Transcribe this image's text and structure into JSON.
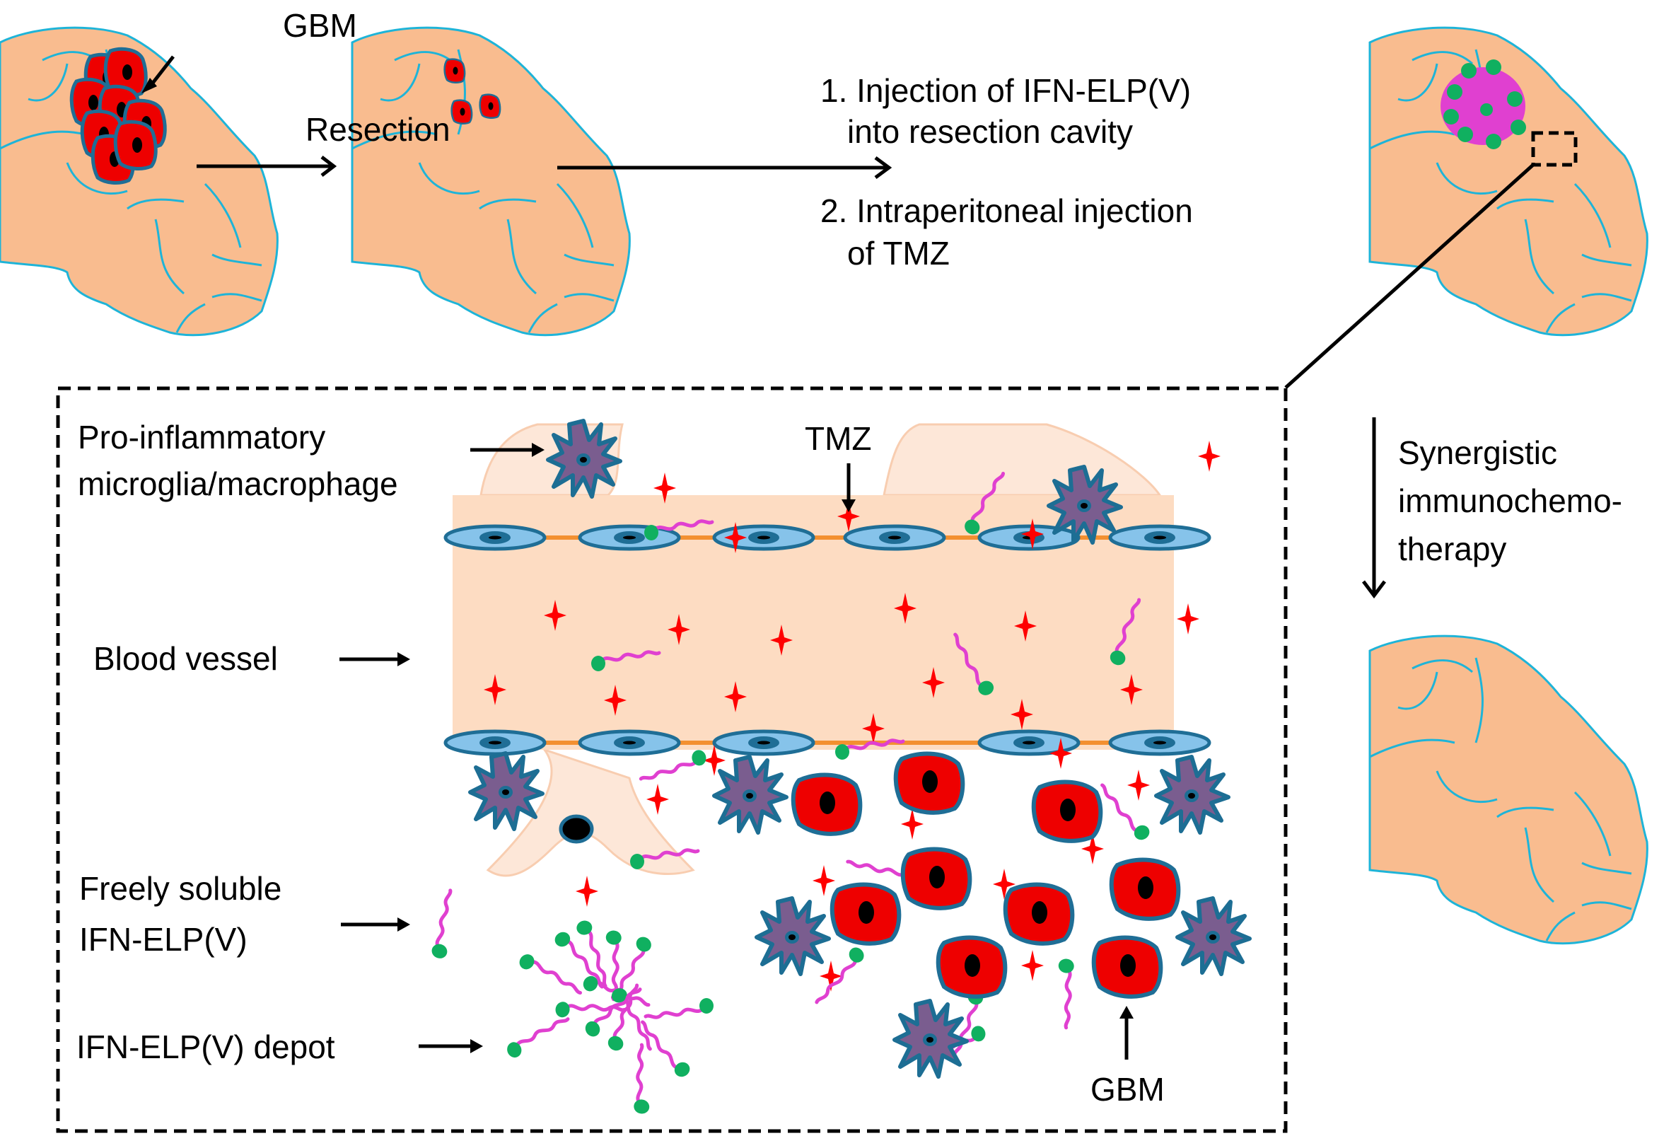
{
  "colors": {
    "brain_fill": "#f9bc8f",
    "brain_outline": "#1eb4d8",
    "tumor_fill": "#ee0000",
    "tumor_outline": "#1f6e96",
    "microglia_fill": "#7a5d8f",
    "microglia_outline": "#1d6e94",
    "vessel_fill": "#fddcc2",
    "endothelial_fill": "#86c3ea",
    "tmz_star": "#ff0000",
    "elp_chain": "#e040d0",
    "ifn_head": "#10b060",
    "astrocyte_fill": "#fde7d8"
  },
  "top": {
    "gbm_label": "GBM",
    "step_resection": "Resection",
    "step1_line1": "1. Injection of IFN-ELP(V)",
    "step1_line2": "into resection cavity",
    "step2_line1": "2. Intraperitoneal injection",
    "step2_line2": "of TMZ"
  },
  "right": {
    "therapy_line1": "Synergistic",
    "therapy_line2": "immunochemo-",
    "therapy_line3": "therapy"
  },
  "inset": {
    "microglia_line1": "Pro-inflammatory",
    "microglia_line2": "microglia/macrophage",
    "tmz_label": "TMZ",
    "vessel_label": "Blood vessel",
    "soluble_line1": "Freely soluble",
    "soluble_line2": "IFN-ELP(V)",
    "depot_label": "IFN-ELP(V) depot",
    "gbm_label": "GBM"
  }
}
